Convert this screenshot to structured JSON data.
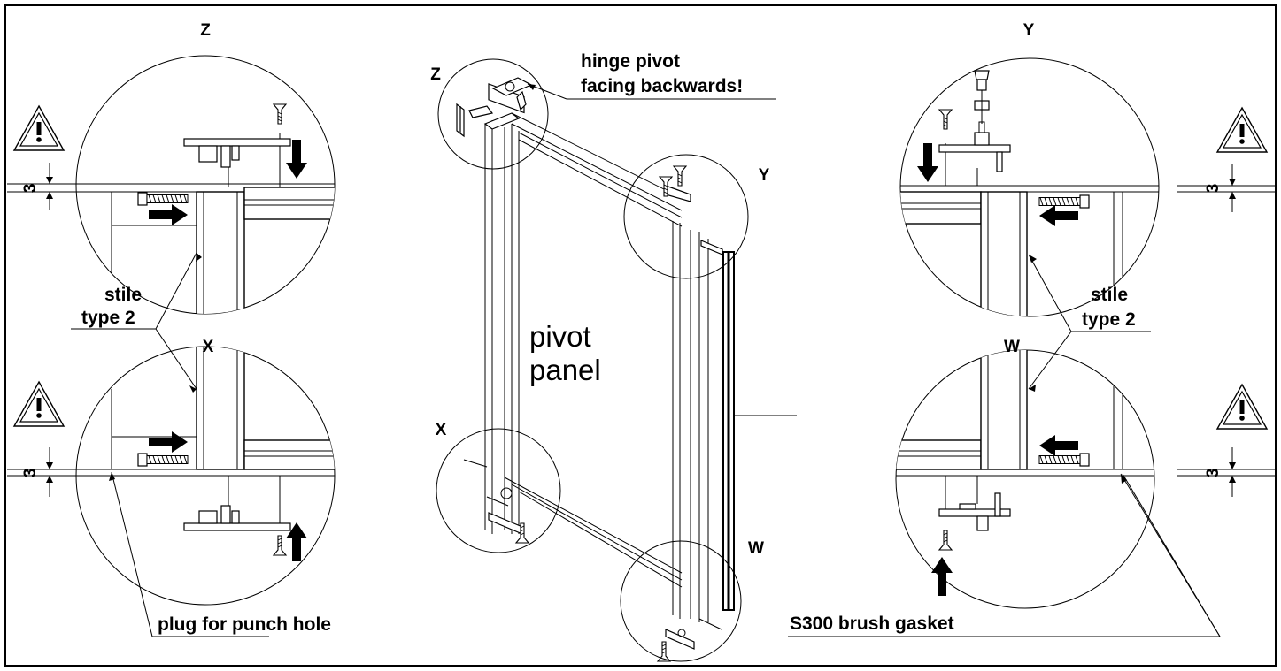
{
  "detail_labels": {
    "z_left": "Z",
    "x_left": "X",
    "y_right": "Y",
    "w_right": "W",
    "z_center": "Z",
    "y_center": "Y",
    "x_center": "X",
    "w_center": "W"
  },
  "callouts": {
    "hinge_pivot_line1": "hinge pivot",
    "hinge_pivot_line2": "facing backwards!",
    "stile_left_line1": "stile",
    "stile_left_line2": "type 2",
    "stile_right_line1": "stile",
    "stile_right_line2": "type 2",
    "plug": "plug for punch hole",
    "brush_gasket": "S300 brush gasket",
    "panel_line1": "pivot",
    "panel_line2": "panel"
  },
  "dimensions": {
    "gap_z": "3",
    "gap_x": "3",
    "gap_y": "3",
    "gap_w": "3"
  },
  "icons": [
    "warning-triangle-icon",
    "arrow-icon",
    "screw-icon"
  ],
  "colors": {
    "line": "#000000",
    "background": "#ffffff"
  }
}
